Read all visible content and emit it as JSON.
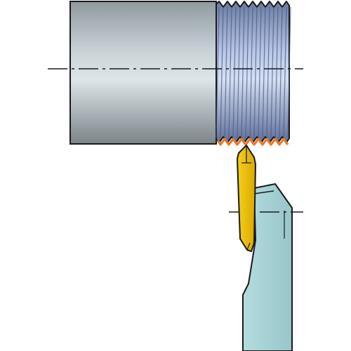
{
  "diagram": {
    "subject": "threading-insert-and-workpiece",
    "colors": {
      "background": "#ffffff",
      "outline": "#1a1a1a",
      "workpiece_light": "#d7e0e4",
      "workpiece_dark": "#7f8a8f",
      "thread_light": "#c9d6f0",
      "thread_dark": "#6e7ea8",
      "thread_highlight": "#e8792a",
      "holder": "#a7d3d6",
      "holder_shadow": "#8fbcc0",
      "insert": "#f2c300",
      "insert_dark": "#c79a00",
      "centerline": "#1a1a1a"
    },
    "parts": [
      "workpiece-cylinder",
      "threaded-section",
      "threading-insert",
      "tool-holder",
      "centerline-workpiece",
      "centerline-holder"
    ]
  }
}
